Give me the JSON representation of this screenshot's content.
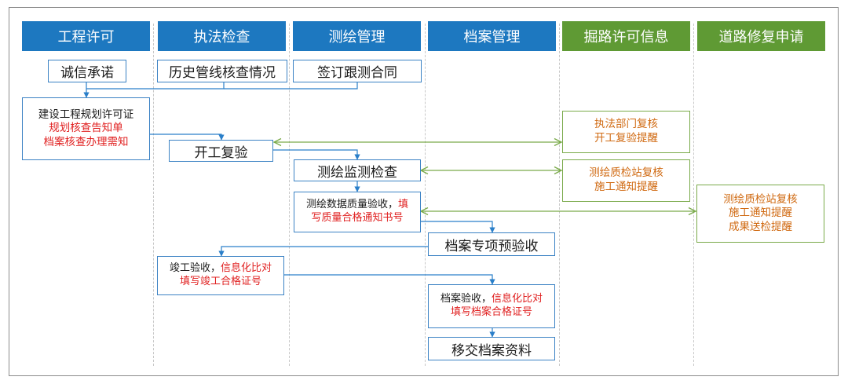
{
  "headers": [
    {
      "label": "工程许可",
      "color": "#1d78c0"
    },
    {
      "label": "执法检查",
      "color": "#1d78c0"
    },
    {
      "label": "测绘管理",
      "color": "#1d78c0"
    },
    {
      "label": "档案管理",
      "color": "#1d78c0"
    },
    {
      "label": "掘路许可信息",
      "color": "#5f9a34"
    },
    {
      "label": "道路修复申请",
      "color": "#5f9a34"
    }
  ],
  "nodes": {
    "integrity_pledge": "诚信承诺",
    "pipeline_history": "历史管线核查情况",
    "survey_contract": "签订跟测合同",
    "planning_permit": {
      "line1": "建设工程规划许可证",
      "line2": "规划核查告知单",
      "line3": "档案核查办理需知"
    },
    "start_recheck": "开工复验",
    "survey_monitoring": "测绘监测检查",
    "data_quality": {
      "black": "测绘数据质量验收，",
      "red1": "填",
      "red2": "写质量合格通知书号"
    },
    "archive_precheck": "档案专项预验收",
    "completion": {
      "black": "竣工验收，",
      "red1": "信息化比对",
      "red2": "填写竣工合格证号"
    },
    "archive_acceptance": {
      "black": "档案验收，",
      "red1": "信息化比对",
      "red2": "填写档案合格证号"
    },
    "archive_transfer": "移交档案资料",
    "enforcement_review": {
      "line1": "执法部门复核",
      "line2": "开工复验提醒"
    },
    "quality_station_review": {
      "line1": "测绘质检站复核",
      "line2": "施工通知提醒"
    },
    "road_repair_review": {
      "line1": "测绘质检站复核",
      "line2": "施工通知提醒",
      "line3": "成果送检提醒"
    }
  },
  "colors": {
    "blue_header": "#1d78c0",
    "green_header": "#5f9a34",
    "blue_arrow": "#2a7fc9",
    "green_arrow": "#7aaa4a",
    "highlight_red": "#e02020",
    "reminder_orange": "#d06a12"
  }
}
